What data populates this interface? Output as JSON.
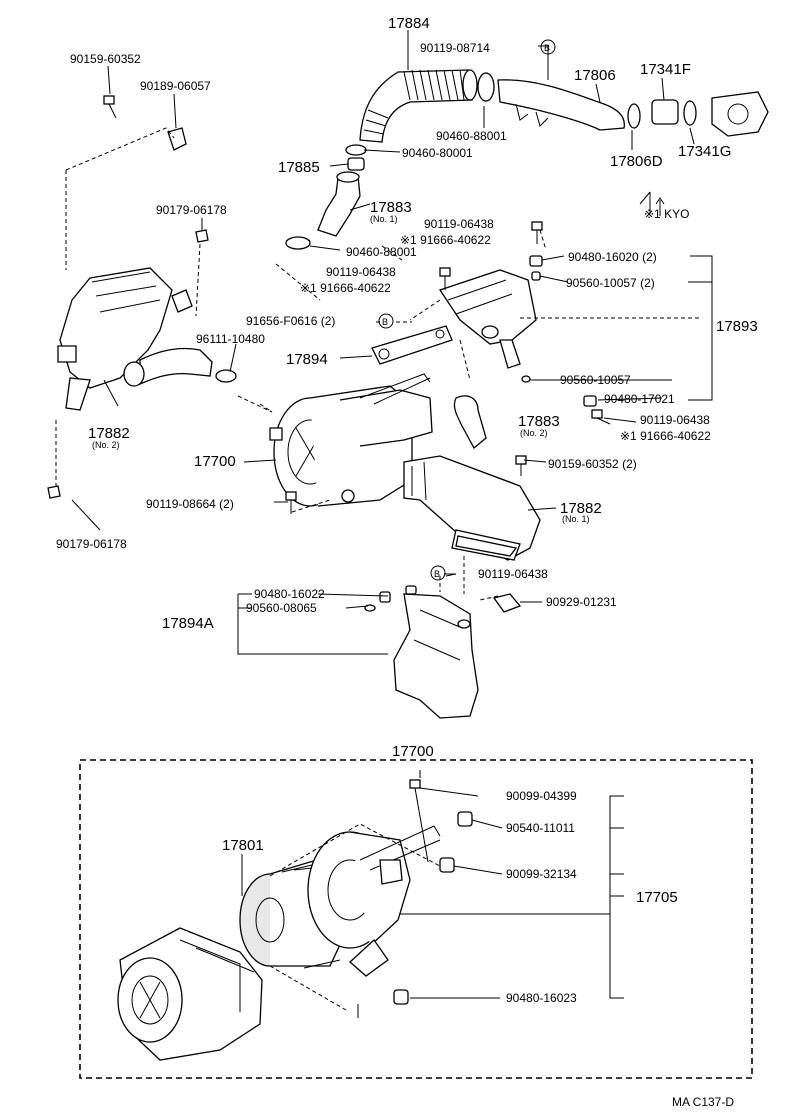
{
  "labels": {
    "p17884": "17884",
    "p90119_08714": "90119-08714",
    "mark_b1": "B",
    "p17806": "17806",
    "p17341F": "17341F",
    "p90159_60352_top": "90159-60352",
    "p90189_06057": "90189-06057",
    "p90460_88001_top": "90460-88001",
    "p90460_80001": "90460-80001",
    "p17806D": "17806D",
    "p17341G": "17341G",
    "p17885": "17885",
    "p17883_no1": "17883",
    "no1_a": "(No. 1)",
    "p90179_06178_top": "90179-06178",
    "p90119_06438_a": "90119-06438",
    "p91666_40622_a": "※1 91666-40622",
    "kyo": "※1 KYO",
    "p90460_88001_mid": "90460-88001",
    "p90480_16020": "90480-16020 (2)",
    "p90119_06438_b": "90119-06438",
    "p90560_10057_2": "90560-10057 (2)",
    "p91666_40622_b": "※1  91666-40622",
    "p91656_F0616": "91656-F0616 (2)",
    "mark_b2": "B",
    "p17893": "17893",
    "p96111_10480": "96111-10480",
    "p17894": "17894",
    "p90560_10057": "90560-10057",
    "p90480_17021": "90480-17021",
    "p90119_06438_c": "90119-06438",
    "p91666_40622_c": "※1 91666-40622",
    "p17883_no2": "17883",
    "no2_a": "(No. 2)",
    "p17882_no2": "17882",
    "no2_b": "(No. 2)",
    "p17700": "17700",
    "p90159_60352_mid": "90159-60352 (2)",
    "p90119_08664": "90119-08664 (2)",
    "p17882_no1": "17882",
    "no1_b": "(No. 1)",
    "p90179_06178_bot": "90179-06178",
    "p90480_16022": "90480-16022",
    "mark_b3": "B",
    "p90119_06438_d": "90119-06438",
    "p90560_08065": "90560-08065",
    "p90929_01231": "90929-01231",
    "p17894A": "17894A",
    "p17700_box": "17700",
    "p90099_04399": "90099-04399",
    "p17801": "17801",
    "p90540_11011": "90540-11011",
    "p90099_32134": "90099-32134",
    "p17705": "17705",
    "p90480_16023": "90480-16023",
    "footer": "MA C137-D"
  }
}
